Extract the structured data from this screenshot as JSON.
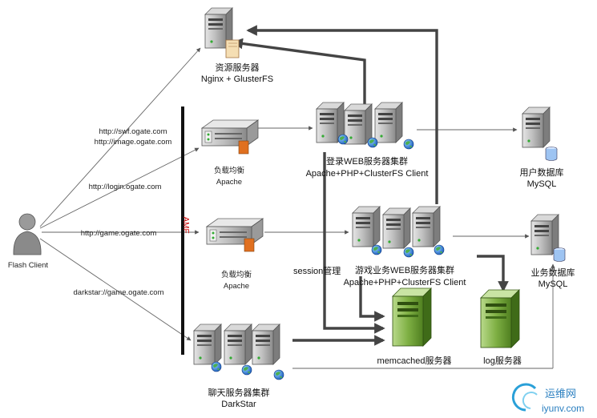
{
  "client": {
    "label": "Flash Client"
  },
  "urls": {
    "swf": "http://swf.ogate.com",
    "image": "http://image.ogate.com",
    "login": "http://login.ogate.com",
    "game": "http://game.ogate.com",
    "darkstar": "darkstar://game.ogate.com"
  },
  "amf": "AMF",
  "resource": {
    "title": "资源服务器",
    "sub": "Nginx + GlusterFS"
  },
  "lb1": {
    "title": "负载均衡",
    "sub": "Apache"
  },
  "lb2": {
    "title": "负载均衡",
    "sub": "Apache"
  },
  "login_web": {
    "title": "登录WEB服务器集群",
    "sub": "Apache+PHP+ClusterFS Client"
  },
  "game_web": {
    "title": "游戏业务WEB服务器集群",
    "sub": "Apache+PHP+ClusterFS Client"
  },
  "user_db": {
    "title": "用户数据库",
    "sub": "MySQL"
  },
  "biz_db": {
    "title": "业务数据库",
    "sub": "MySQL"
  },
  "session": "session管理",
  "memcached": "memcached服务器",
  "log": "log服务器",
  "chat": {
    "title": "聊天服务器集群",
    "sub": "DarkStar"
  },
  "watermark": {
    "cn": "运维网",
    "en": "iyunv.com"
  },
  "colors": {
    "server_gray": "#8a8a8a",
    "server_green": "#5a8f2a",
    "globe_blue": "#1f5fbf",
    "arrow": "#555555"
  }
}
